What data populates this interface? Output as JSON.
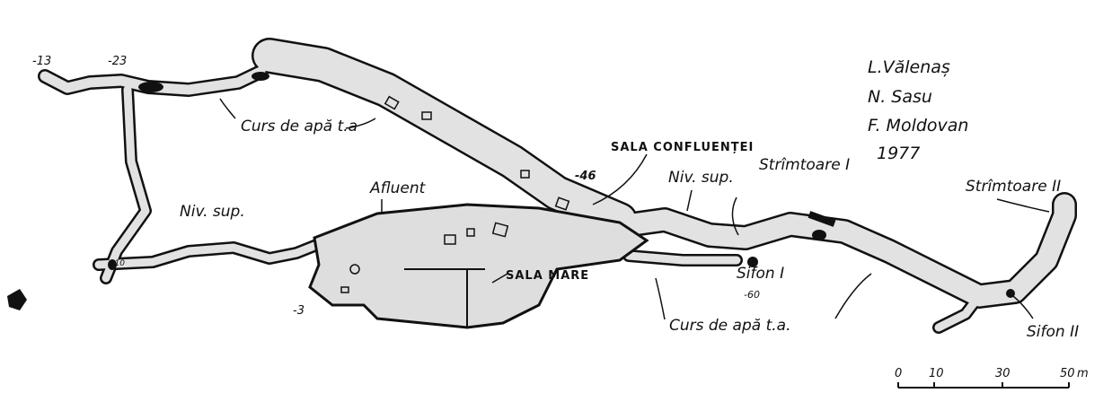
{
  "authors": [
    "L.Vălenaș",
    "N. Sasu",
    "F. Moldovan"
  ],
  "year": "1977",
  "labels": {
    "depth_m13": "-13",
    "depth_m23": "-23",
    "depth_m46": "-46",
    "depth_m3": "-3",
    "depth_m60": "-60",
    "depth_p10": "+10",
    "curs_upper": "Curs de apă t.a",
    "curs_lower": "Curs de apă t.a.",
    "sala_confluentei": "SALA CONFLUENȚEI",
    "sala_mare": "SALA MARE",
    "afluent": "Afluent",
    "niv_sup_left": "Niv. sup.",
    "niv_sup_right": "Niv. sup.",
    "strimtoare_1": "Strîmtoare I",
    "strimtoare_2": "Strîmtoare II",
    "sifon_1": "Sifon I",
    "sifon_2": "Sifon II"
  },
  "scale": {
    "ticks": [
      "0",
      "10",
      "30",
      "50"
    ],
    "unit": "m"
  }
}
